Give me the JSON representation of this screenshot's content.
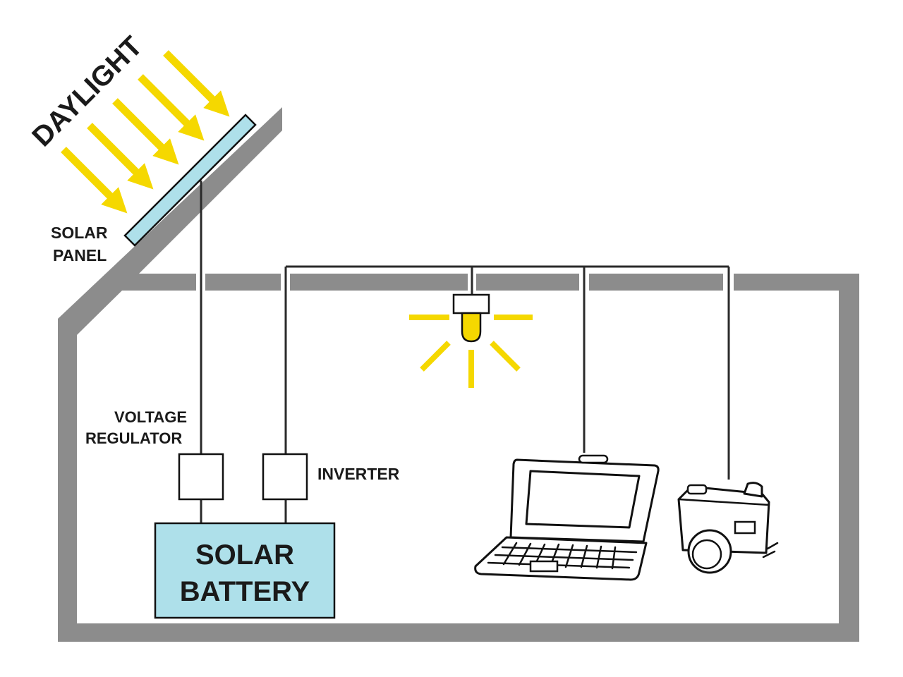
{
  "labels": {
    "daylight": "DAYLIGHT",
    "solar_panel_line1": "SOLAR",
    "solar_panel_line2": "PANEL",
    "voltage_regulator_line1": "VOLTAGE",
    "voltage_regulator_line2": "REGULATOR",
    "inverter": "INVERTER",
    "battery_line1": "SOLAR",
    "battery_line2": "BATTERY"
  },
  "colors": {
    "wall": "#8c8c8c",
    "sunray": "#f5d800",
    "panel": "#aee0ea",
    "battery": "#aee0ea",
    "wire": "#2a2a2a",
    "bulb": "#f5d800"
  },
  "icons": [
    "sunray-arrow-icon",
    "light-bulb-icon",
    "laptop-icon",
    "camera-icon"
  ]
}
